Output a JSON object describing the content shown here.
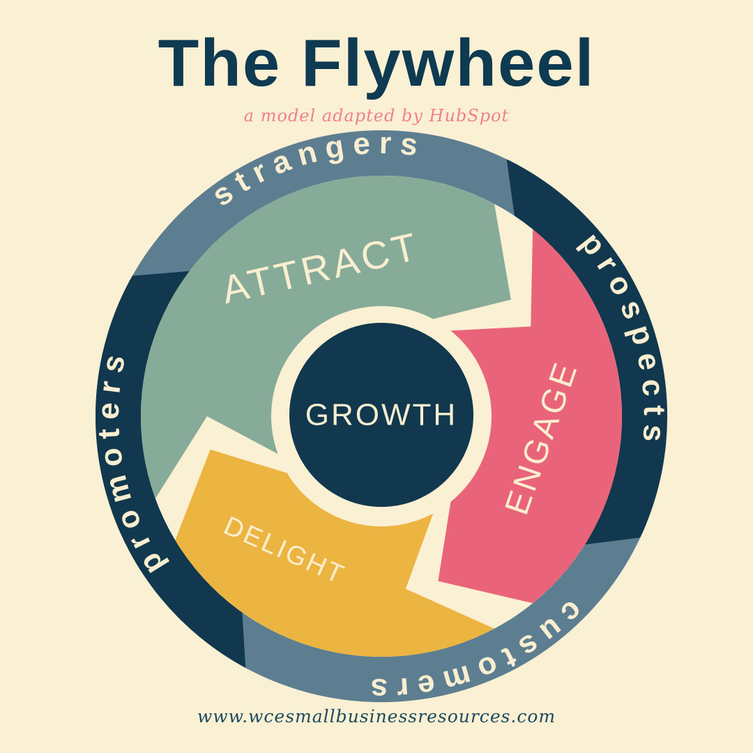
{
  "header": {
    "title": "The Flywheel",
    "subtitle": "a model adapted by HubSpot"
  },
  "flywheel": {
    "center_label": "GROWTH",
    "segments": [
      {
        "label": "ATTRACT",
        "color": "#86ab98"
      },
      {
        "label": "ENGAGE",
        "color": "#e9647a"
      },
      {
        "label": "DELIGHT",
        "color": "#ecb440"
      }
    ],
    "ring_labels": [
      {
        "label": "strangers"
      },
      {
        "label": "prospects"
      },
      {
        "label": "customers"
      },
      {
        "label": "promoters"
      }
    ],
    "colors": {
      "navy": "#11384e",
      "slate": "#5d7e91",
      "cream": "#faf0d3",
      "text_cream": "#f9eed0"
    }
  },
  "footer": {
    "url": "www.wcesmallbusinessresources.com"
  },
  "colors": {
    "title": "#0e3a52",
    "subtitle_pink": "#ef7f8e",
    "footer_navy": "#1d4a5f"
  }
}
